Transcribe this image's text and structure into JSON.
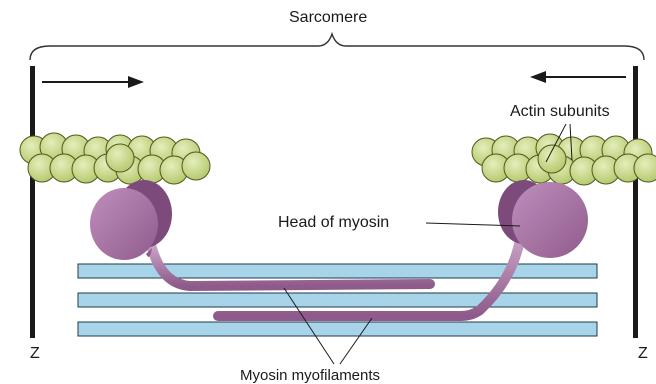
{
  "diagram": {
    "labels": {
      "sarcomere": "Sarcomere",
      "actin_subunits": "Actin subunits",
      "head_of_myosin": "Head of myosin",
      "myosin_myofilaments": "Myosin myofilaments",
      "z_left": "Z",
      "z_right": "Z"
    },
    "colors": {
      "actin_fill": "#c9d98a",
      "actin_stroke": "#4f5a1d",
      "myosin": "#a36ea0",
      "myosin_dark": "#7d4a7c",
      "filament_fill": "#a8d4ea",
      "filament_stroke": "#1e3a4c",
      "z_line": "#1a1a1a"
    },
    "icons": {
      "left_arrow": "arrow-right-icon",
      "right_arrow": "arrow-left-icon"
    }
  }
}
